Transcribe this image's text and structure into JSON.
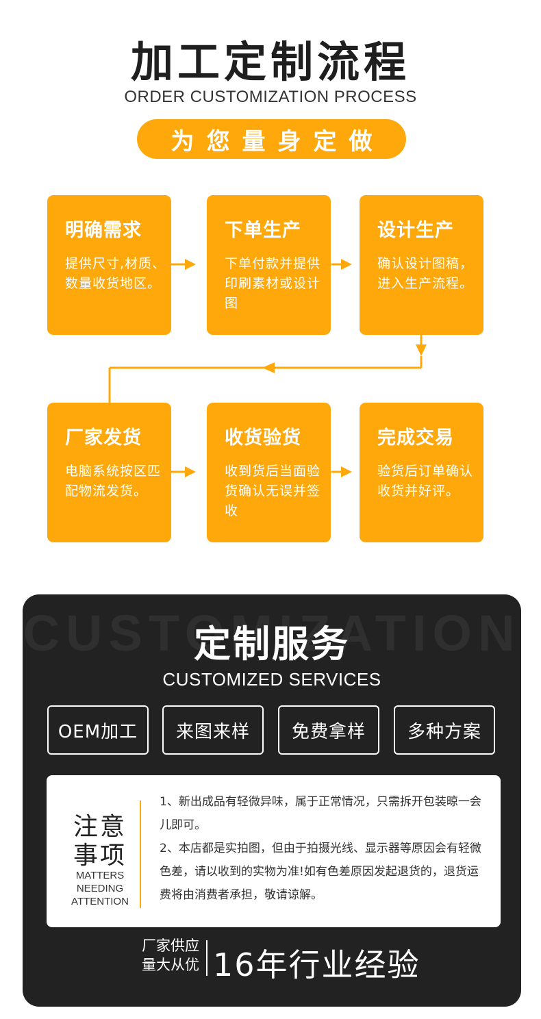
{
  "header": {
    "title": "加工定制流程",
    "subtitle": "ORDER CUSTOMIZATION PROCESS",
    "pill": "为您量身定做"
  },
  "steps": [
    {
      "title": "明确需求",
      "desc": "提供尺寸,材质、数量收货地区。"
    },
    {
      "title": "下单生产",
      "desc": "下单付款并提供印刷素材或设计图"
    },
    {
      "title": "设计生产",
      "desc": "确认设计图稿，进入生产流程。"
    },
    {
      "title": "厂家发货",
      "desc": "电脑系统按区匹配物流发货。"
    },
    {
      "title": "收货验货",
      "desc": "收到货后当面验货确认无误并签收"
    },
    {
      "title": "完成交易",
      "desc": "验货后订单确认收货并好评。"
    }
  ],
  "services": {
    "background_word": "CUSTOMIZATION",
    "title": "定制服务",
    "subtitle": "CUSTOMIZED SERVICES",
    "buttons": [
      "OEM加工",
      "来图来样",
      "免费拿样",
      "多种方案"
    ]
  },
  "notice": {
    "heading_line1": "注意",
    "heading_line2": "事项",
    "heading_en": [
      "MATTERS",
      "NEEDING",
      "ATTENTION"
    ],
    "items": [
      "1、新出成品有轻微异味，属于正常情况，只需拆开包装晾一会儿即可。",
      "2、本店都是实拍图，但由于拍摄光线、显示器等原因会有轻微色差，请以收到的实物为准!如有色差原因发起退货的，退货运费将由消费者承担，敬请谅解。"
    ]
  },
  "footer": {
    "small_line1": "厂家供应",
    "small_line2": "量大从优",
    "big": "16年行业经验"
  },
  "colors": {
    "accent": "#ffa80b",
    "panel": "#222222",
    "text_dark": "#1f1f1f"
  }
}
